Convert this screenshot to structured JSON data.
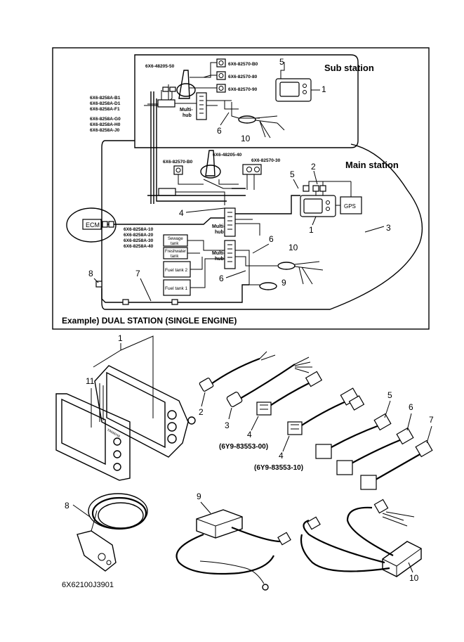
{
  "diagram": {
    "sub_station_label": "Sub station",
    "main_station_label": "Main station",
    "example_caption": "Example) DUAL STATION (SINGLE ENGINE)",
    "ecm_label": "ECM",
    "gps_label": "GPS",
    "multihub_label_line1": "Multi-",
    "multihub_label_line2": "hub",
    "sewage_tank": [
      "Sewage",
      "tank"
    ],
    "freshwater_tank": [
      "Freshwater",
      "tank"
    ],
    "fuel_tank_2": "Fuel tank 2",
    "fuel_tank_1": "Fuel tank 1",
    "part_codes": {
      "sub_control": "6X6-48205-50",
      "sub_b0": "6X6-82570-B0",
      "sub_80": "6X6-82570-80",
      "sub_90": "6X6-82570-90",
      "harness_b": [
        "6X6-8258A-B1",
        "6X6-8258A-D1",
        "6X6-8258A-F1"
      ],
      "harness_g": [
        "6X6-8258A-G0",
        "6X6-8258A-H0",
        "6X6-8258A-J0"
      ],
      "main_b0": "6X6-82570-B0",
      "main_control": "6X6-48205-40",
      "main_30": "6X6-82570-30",
      "harness_10": [
        "6X6-8258A-10",
        "6X6-8258A-20",
        "6X6-8258A-30",
        "6X6-8258A-40"
      ]
    },
    "callouts": {
      "sub_1": "1",
      "sub_5": "5",
      "sub_6": "6",
      "sub_10": "10",
      "main_2": "2",
      "main_5": "5",
      "main_1": "1",
      "main_3": "3",
      "main_4": "4",
      "main_6a": "6",
      "main_6b": "6",
      "main_10": "10",
      "main_9": "9",
      "main_8": "8",
      "main_7": "7"
    }
  },
  "parts": {
    "callouts": {
      "p1": "1",
      "p11": "11",
      "p2": "2",
      "p3": "3",
      "p4a": "4",
      "p4b": "4",
      "p5": "5",
      "p6": "6",
      "p7": "7",
      "p8": "8",
      "p9": "9",
      "p10": "10"
    },
    "p4a_code": "(6Y9-83553-00)",
    "p4b_code": "(6Y9-83553-10)",
    "display_brand": "YAMAHA",
    "drawing_number": "6X62100J3901"
  }
}
